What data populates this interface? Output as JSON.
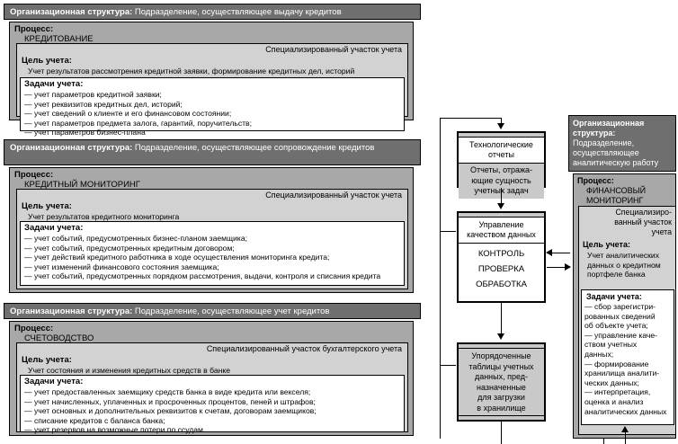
{
  "colors": {
    "org_header_bg": "#6f6f6f",
    "process_bg": "#a8a8a8",
    "area_bg": "#d2d2d2",
    "task_bg": "#ffffff",
    "line": "#000000"
  },
  "labels": {
    "org_structure": "Организационная структура:",
    "process": "Процесс:",
    "goal": "Цель учета:",
    "tasks": "Задачи учета:"
  },
  "left_blocks": [
    {
      "org_subject": " Подразделение, осуществляющее выдачу кредитов",
      "process_name": "КРЕДИТОВАНИЕ",
      "area": "Специализированный участок учета",
      "goal_text": "Учет результатов рассмотрения кредитной заявки, формирование кредитных дел, историй",
      "tasks": [
        "— учет параметров кредитной заявки;",
        "— учет реквизитов кредитных дел, историй;",
        "— учет сведений о клиенте и его финансовом состоянии;",
        "— учет параметров предмета залога, гарантий, поручительств;",
        "— учет параметров бизнес-плана"
      ]
    },
    {
      "org_subject": " Подразделение, осуществляющее сопровождение кредитов",
      "process_name": "КРЕДИТНЫЙ МОНИТОРИНГ",
      "area": "Специализированный участок учета",
      "goal_text": "Учет результатов кредитного мониторинга",
      "tasks": [
        "— учет событий, предусмотренных бизнес-планом заемщика;",
        "— учет событий, предусмотренных кредитным договором;",
        "— учет действий кредитного работника в ходе осуществления мониторинга кредита;",
        "— учет изменений финансового состояния заемщика;",
        "— учет событий, предусмотренных порядком рассмотрения, выдачи, контроля и списания кредита"
      ]
    },
    {
      "org_subject": " Подразделение, осуществляющее учет кредитов",
      "process_name": "СЧЕТОВОДСТВО",
      "area": "Специализированный участок бухгалтерского учета",
      "goal_text": "Учет состояния и изменения кредитных средств в банке",
      "tasks": [
        "— учет предоставленных заемщику средств банка в виде кредита или векселя;",
        "— учет начисленных, уплаченных и просроченных процентов, пеней и штрафов;",
        "— учет основных и дополнительных реквизитов к счетам, договорам заемщиков;",
        "— списание кредитов с баланса банка;",
        "— учет резервов на возможные потери по ссудам"
      ]
    }
  ],
  "center_boxes": [
    {
      "title": "Технологические\nотчеты",
      "body": "Отчеты, отража-\nющие сущность\nучетных задач",
      "body_style": "gray"
    },
    {
      "title": "Управление\nкачеством данных",
      "body": "КОНТРОЛЬ\nПРОВЕРКА\nОБРАБОТКА",
      "body_style": "white"
    },
    {
      "title": "",
      "body": "Упорядоченные\nтаблицы учетных\nданных, пред-\nназначенные\nдля загрузки\nв хранилище",
      "body_style": "gray"
    }
  ],
  "right_block": {
    "org_structure": "Организационная структура:",
    "org_subject": "Подразделение, осуществляющее аналитическую работу",
    "process_label": "Процесс:",
    "process_name": "ФИНАНСОВЫЙ МОНИТОРИНГ",
    "area": "Специализиро-\nванный участок\nучета",
    "goal_label": "Цель учета:",
    "goal_text": "Учет аналитических данных о кредитном портфеле банка",
    "tasks_label": "Задачи учета:",
    "tasks": [
      "— сбор зарегистри-\nрованных сведений\nоб объекте учета;",
      "— управление каче-\nством учетных\nданных;",
      "— формирование\nхранилища аналити-\nческих данных;",
      "— интерпретация,\nоценка и анализ\nаналитических данных"
    ]
  }
}
